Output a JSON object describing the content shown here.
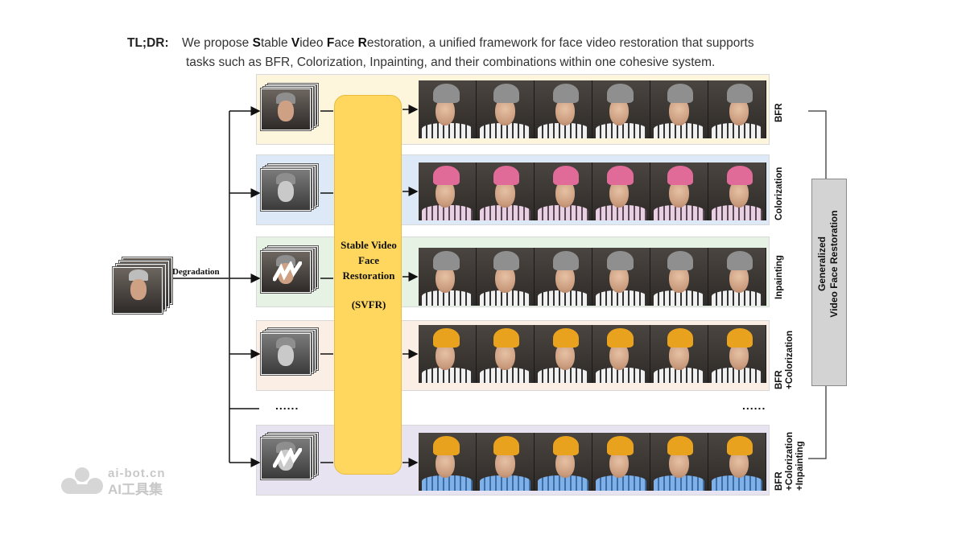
{
  "tldr": {
    "lead": "TL;DR:",
    "line1_a": "We propose ",
    "s": "S",
    "table": "table ",
    "v": "V",
    "ideo": "ideo ",
    "f": "F",
    "ace": "ace ",
    "r": "R",
    "estoration": "estoration",
    "line1_b": ", a unified framework for face video restoration that supports",
    "line2": "tasks such as BFR, Colorization, Inpainting, and their combinations within one cohesive system."
  },
  "degradation_label": "Degradation",
  "svfr": {
    "line1": "Stable Video",
    "line2": "Face",
    "line3": "Restoration",
    "abbr": "(SVFR)"
  },
  "rows": [
    {
      "label": "BFR",
      "label_lines": [
        "BFR"
      ],
      "panel_color": "#fdf5dc",
      "hat_color": "#8f8f8f",
      "shirt": "white"
    },
    {
      "label": "Colorization",
      "label_lines": [
        "Colorization"
      ],
      "panel_color": "#dde9f6",
      "hat_color": "#e06a98",
      "shirt": "pink"
    },
    {
      "label": "Inpainting",
      "label_lines": [
        "Inpainting"
      ],
      "panel_color": "#e6f2e3",
      "hat_color": "#8f8f8f",
      "shirt": "white"
    },
    {
      "label": "BFR +Colorization",
      "label_lines": [
        "BFR",
        "+Colorization"
      ],
      "panel_color": "#fbeee4",
      "hat_color": "#e8a21e",
      "shirt": "white"
    },
    {
      "label": "BFR +Colorization +Inpainting",
      "label_lines": [
        "BFR",
        "+Colorization",
        "+Inpainting"
      ],
      "panel_color": "#e8e3f1",
      "hat_color": "#e8a21e",
      "shirt": "blue"
    }
  ],
  "ellipsis": "......",
  "generalized": {
    "line1": "Generalized",
    "line2": "Video Face Restoration"
  },
  "watermark": {
    "url": "ai-bot.cn",
    "name": "AI工具集"
  }
}
